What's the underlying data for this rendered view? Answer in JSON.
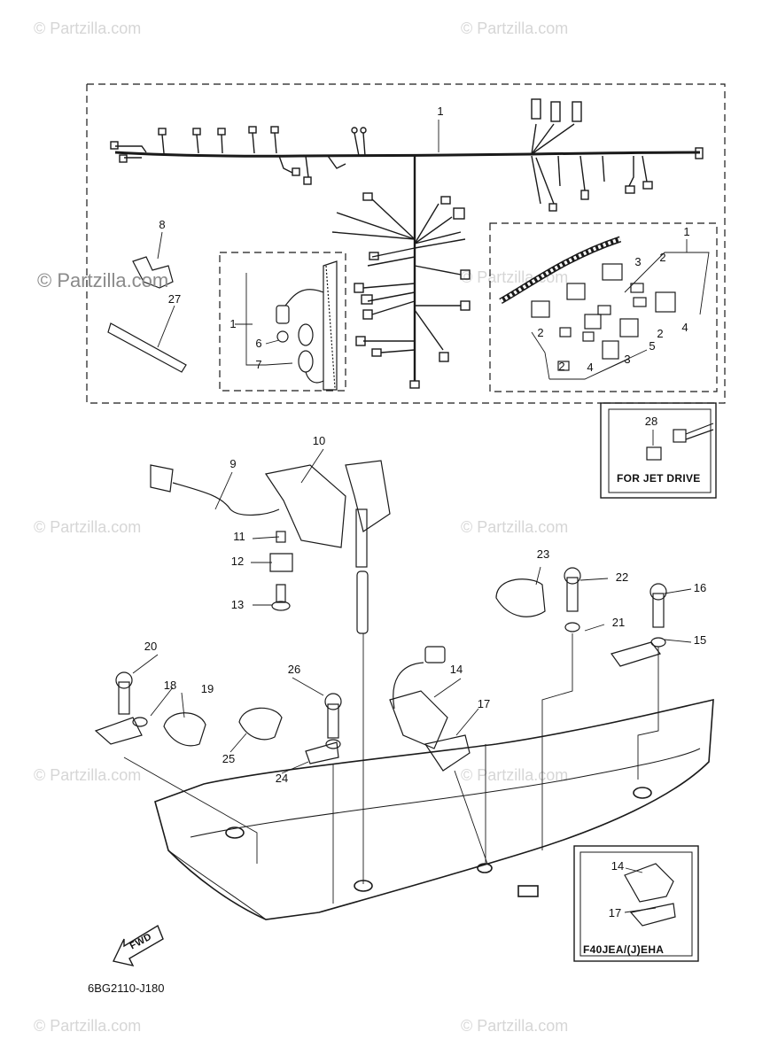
{
  "watermark": {
    "text": "© Partzilla.com",
    "prominent_text": "© Partzilla.com"
  },
  "diagram": {
    "code": "6BG2110-J180",
    "jet_drive_label": "FOR JET DRIVE",
    "model_label": "F40JEA/(J)EHA",
    "fwd_label": "FWD",
    "callouts": [
      "1",
      "1",
      "1",
      "2",
      "2",
      "2",
      "2",
      "3",
      "3",
      "4",
      "4",
      "5",
      "6",
      "7",
      "8",
      "27",
      "28",
      "9",
      "10",
      "11",
      "12",
      "13",
      "14",
      "15",
      "16",
      "17",
      "18",
      "19",
      "20",
      "21",
      "22",
      "23",
      "24",
      "25",
      "26",
      "14",
      "17"
    ]
  }
}
